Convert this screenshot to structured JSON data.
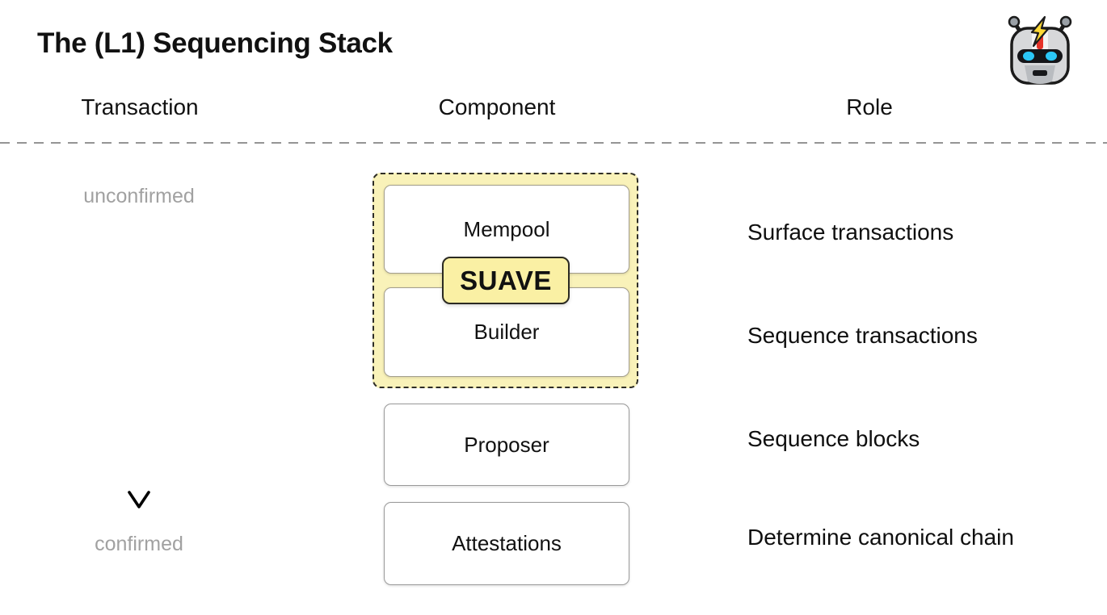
{
  "title": {
    "prefix": "The (L1) ",
    "emphasis": "Sequencing",
    "suffix": " Stack"
  },
  "columns": {
    "transaction": "Transaction",
    "component": "Component",
    "role": "Role"
  },
  "flow": {
    "start_label": "unconfirmed",
    "end_label": "confirmed"
  },
  "components": {
    "mempool": "Mempool",
    "builder": "Builder",
    "suave_badge": "SUAVE",
    "proposer": "Proposer",
    "attestations": "Attestations"
  },
  "roles": [
    "Surface transactions",
    "Sequence transactions",
    "Sequence blocks",
    "Determine canonical chain"
  ],
  "icons": {
    "logo": "robot-lightning-icon",
    "flow": "down-arrow-icon"
  },
  "colors": {
    "suave_group_fill": "#F9F2B9",
    "suave_badge_fill": "#FAF0A4",
    "dashed_border": "#2E2D26",
    "box_border": "#9A9A9A",
    "muted_text": "#A1A1A1",
    "separator": "#949494",
    "text": "#111111",
    "eye_cyan": "#2BC7F7",
    "bolt_yellow": "#FDD835",
    "stripe_red": "#E53228"
  }
}
